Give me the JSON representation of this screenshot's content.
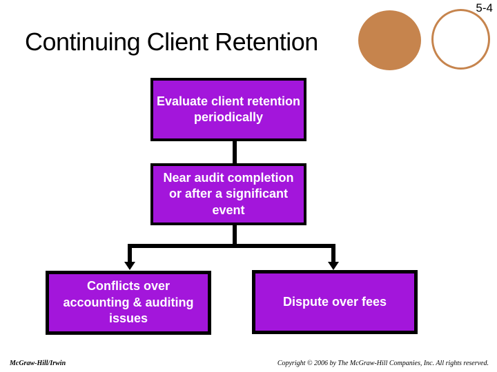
{
  "slide": {
    "page_number": "5-4",
    "title": "Continuing Client Retention",
    "footer_left": "McGraw-Hill/Irwin",
    "footer_right": "Copyright © 2006 by The McGraw-Hill Companies, Inc. All rights reserved."
  },
  "flowchart": {
    "nodes": [
      {
        "id": "evaluate",
        "label": "Evaluate client retention periodically"
      },
      {
        "id": "near_audit",
        "label": "Near audit completion or after a significant event"
      },
      {
        "id": "conflicts",
        "label": "Conflicts over accounting & auditing issues"
      },
      {
        "id": "dispute",
        "label": "Dispute over fees"
      }
    ],
    "connections": [
      {
        "from": "evaluate",
        "to": "near_audit",
        "arrow": false
      },
      {
        "from": "near_audit",
        "to": "conflicts",
        "arrow": true
      },
      {
        "from": "near_audit",
        "to": "dispute",
        "arrow": true
      }
    ]
  },
  "decorations": {
    "filled_circle": "tan-filled-circle",
    "outlined_circle": "tan-outlined-circle"
  },
  "colors": {
    "background": "#FFFFFF",
    "title_color": "#000000",
    "box_fill": "#A316DB",
    "box_border": "#000000",
    "box_text": "#FFFFFF",
    "connector": "#000000",
    "circle_tan": "#C6844D"
  }
}
